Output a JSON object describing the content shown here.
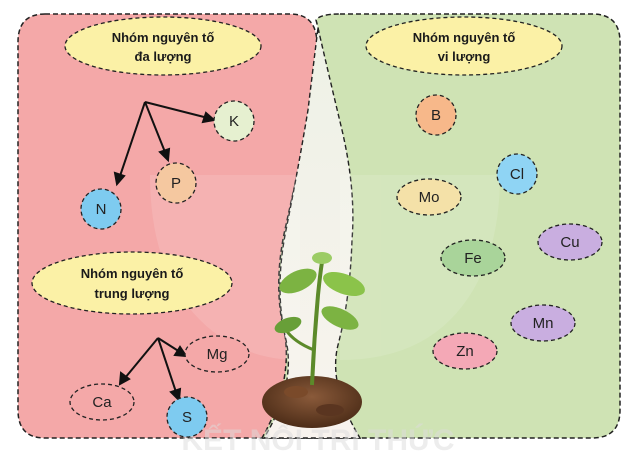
{
  "groups": {
    "macro": {
      "title_line1": "Nhóm nguyên tố",
      "title_line2": "đa lượng",
      "bg": "#f4a8a8"
    },
    "micro": {
      "title_line1": "Nhóm nguyên tố",
      "title_line2": "vi lượng",
      "bg": "#cfe3b4"
    },
    "secondary": {
      "title_line1": "Nhóm nguyên tố",
      "title_line2": "trung lượng"
    }
  },
  "label_fill": "#fbf1a6",
  "elements": {
    "K": "K",
    "P": "P",
    "N": "N",
    "Mg": "Mg",
    "Ca": "Ca",
    "S": "S",
    "B": "B",
    "Mo": "Mo",
    "Cl": "Cl",
    "Fe": "Fe",
    "Cu": "Cu",
    "Mn": "Mn",
    "Zn": "Zn"
  },
  "element_colors": {
    "K": "#e6f0d0",
    "P": "#f5c8a0",
    "N": "#7ecbf0",
    "Mg": "#f4a8a8",
    "Ca": "#f4a8a8",
    "S": "#7ecbf0",
    "B": "#f7b88a",
    "Mo": "#f4e1a8",
    "Cl": "#8fd4f4",
    "Fe": "#a9d49a",
    "Cu": "#c9aee0",
    "Mn": "#c9aee0",
    "Zn": "#f4a8b6"
  },
  "watermark": "KẾT NỐI TRI THỨC"
}
